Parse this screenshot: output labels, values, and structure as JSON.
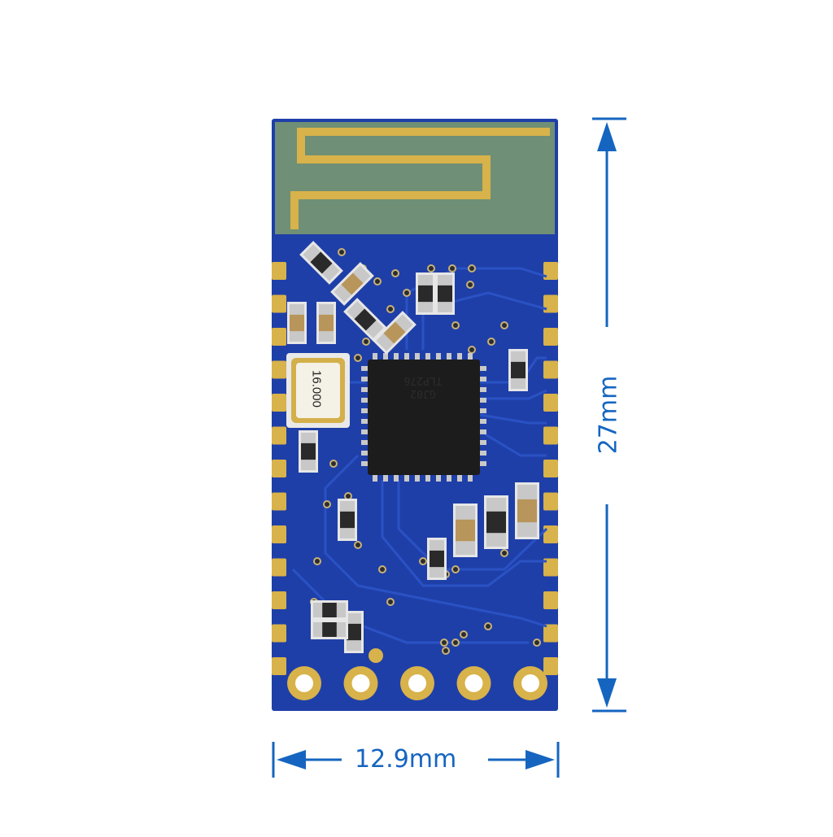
{
  "product": {
    "crystal_marking": "16.000",
    "chip_marking_line1": "GJ02",
    "chip_marking_line2": "TLP276"
  },
  "dimensions": {
    "width_label": "12.9mm",
    "height_label": "27mm"
  },
  "colors": {
    "pcb_blue": "#1f3fa8",
    "pcb_trace": "#2a52c4",
    "gold": "#d8b24a",
    "antenna_area": "#6f8f76",
    "dimension_line": "#1565c0",
    "chip_body": "#1c1c1c"
  },
  "icons": [
    "arrow-up-icon",
    "arrow-down-icon",
    "arrow-left-icon",
    "arrow-right-icon"
  ]
}
